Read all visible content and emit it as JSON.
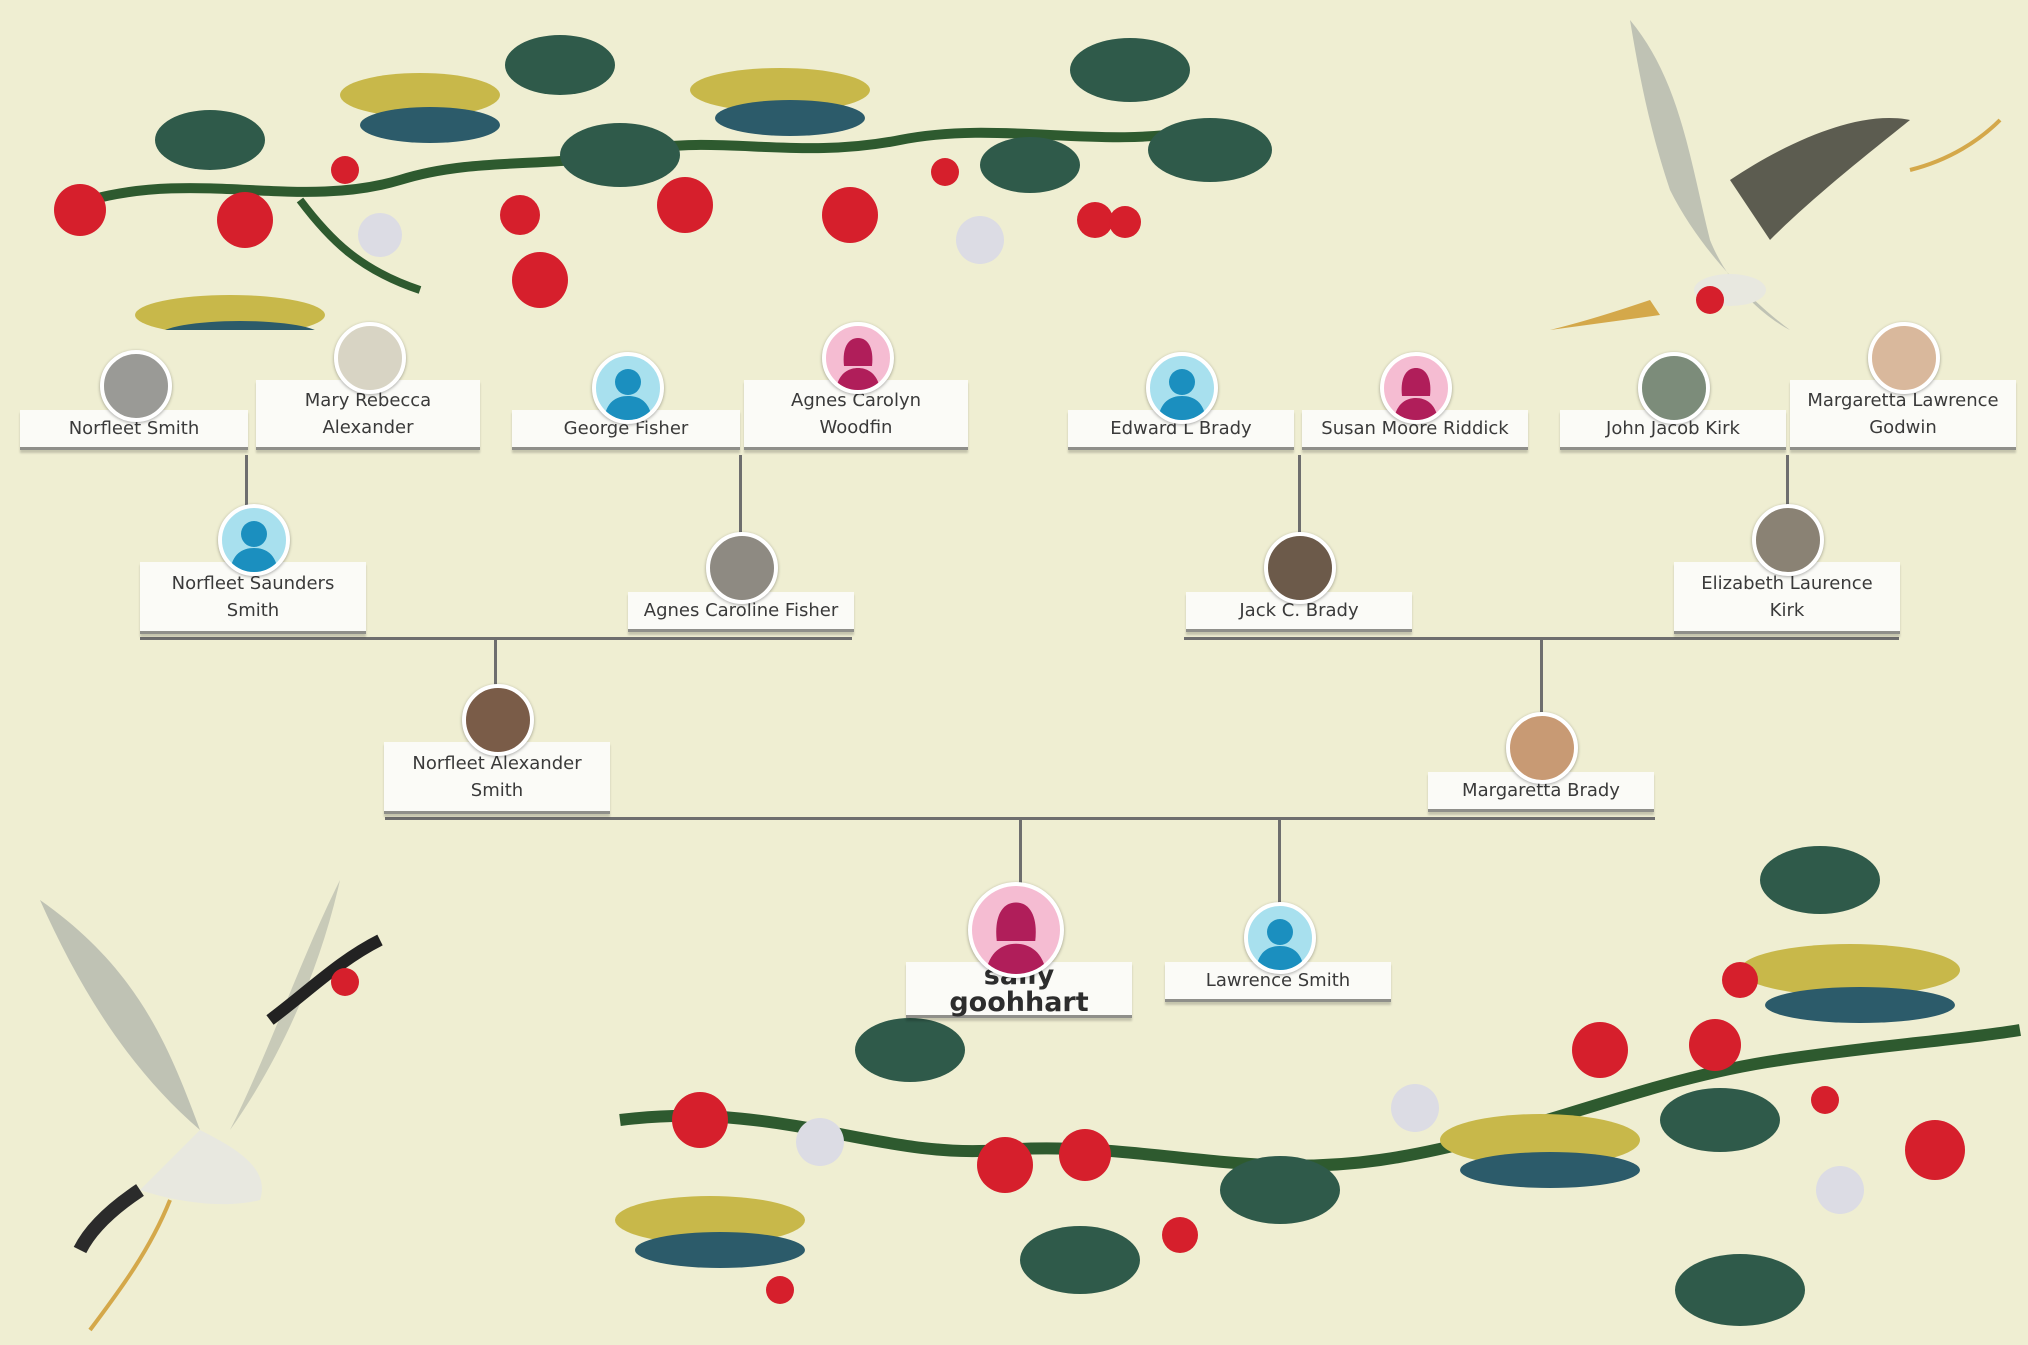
{
  "people": {
    "norfleet_smith": "Norfleet Smith",
    "mary_rebecca_alexander": "Mary Rebecca Alexander",
    "george_fisher": "George Fisher",
    "agnes_carolyn_woodfin": "Agnes Carolyn Woodfin",
    "edward_brady": "Edward L Brady",
    "susan_moore_riddick": "Susan Moore Riddick",
    "john_jacob_kirk": "John Jacob Kirk",
    "margaretta_lawrence_godwin": "Margaretta Lawrence Godwin",
    "norfleet_saunders_smith": "Norfleet Saunders Smith",
    "agnes_caroline_fisher": "Agnes Caroline Fisher",
    "jack_brady": "Jack C. Brady",
    "elizabeth_laurence_kirk": "Elizabeth Laurence Kirk",
    "norfleet_alexander_smith": "Norfleet Alexander Smith",
    "margaretta_brady": "Margaretta Brady",
    "sally_goohhart": "sally goohhart",
    "lawrence_smith": "Lawrence Smith"
  },
  "avatars": {
    "male_placeholder": "male-silhouette-icon",
    "female_placeholder": "female-silhouette-icon"
  },
  "colors": {
    "background": "#efeed2",
    "connector": "#6e6e6e",
    "male_accent": "#1b8fbf",
    "female_accent": "#b01e5a",
    "blossom": "#d61f2c"
  }
}
